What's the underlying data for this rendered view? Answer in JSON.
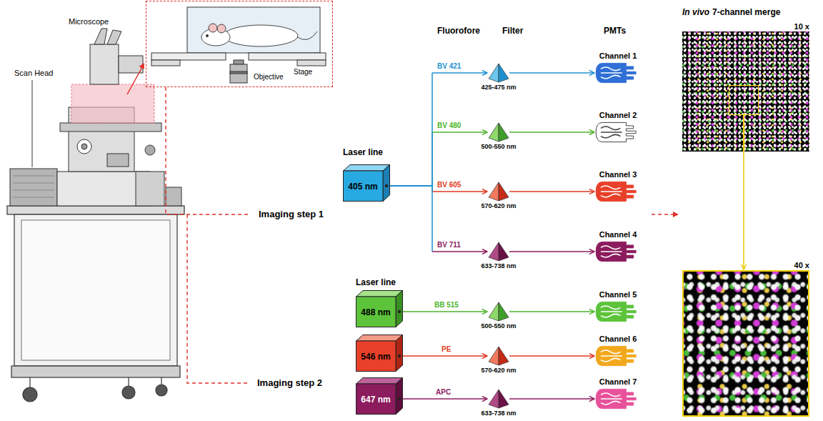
{
  "diagram": {
    "nodes": [
      {
        "text": [
          "Stage",
          "Objective"
        ]
      },
      {
        "text": [
          "405 nm"
        ]
      },
      {
        "text": [
          "425-475 nm"
        ]
      },
      {
        "text": [
          "500-550 nm"
        ]
      },
      {
        "text": [
          "570-620 nm"
        ]
      },
      {
        "text": [
          "633-738 nm"
        ]
      },
      {
        "text": [
          "Channel 1"
        ]
      },
      {
        "text": [
          "Channel 2"
        ]
      },
      {
        "text": [
          "Channel 3"
        ]
      },
      {
        "text": [
          "Channel 4"
        ]
      },
      {
        "text": [
          "488 nm"
        ]
      },
      {
        "text": [
          "546 nm"
        ]
      },
      {
        "text": [
          "647 nm"
        ]
      },
      {
        "text": [
          "500-550 nm"
        ]
      },
      {
        "text": [
          "570-620 nm"
        ]
      },
      {
        "text": [
          "633-738 nm"
        ]
      },
      {
        "text": [
          "Channel 5"
        ]
      },
      {
        "text": [
          "Channel 6"
        ]
      },
      {
        "text": [
          "Channel 7"
        ]
      },
      {
        "text": [
          "10 x"
        ]
      },
      {
        "text": [
          "40 x"
        ]
      }
    ],
    "edges": [
      {
        "from": 1,
        "to": 2,
        "label": "BV 421",
        "arrow": "to"
      },
      {
        "from": 1,
        "to": 3,
        "label": "BV 480",
        "arrow": "to"
      },
      {
        "from": 1,
        "to": 4,
        "label": "BV 605",
        "arrow": "to"
      },
      {
        "from": 1,
        "to": 5,
        "label": "BV 711",
        "arrow": "to"
      },
      {
        "from": 2,
        "to": 6,
        "arrow": "to"
      },
      {
        "from": 3,
        "to": 7,
        "arrow": "to"
      },
      {
        "from": 4,
        "to": 8,
        "arrow": "to"
      },
      {
        "from": 5,
        "to": 9,
        "arrow": "to"
      },
      {
        "from": 10,
        "to": 13,
        "label": "BB 515",
        "arrow": "to"
      },
      {
        "from": 11,
        "to": 14,
        "label": "PE",
        "arrow": "to"
      },
      {
        "from": 12,
        "to": 15,
        "label": "APC",
        "arrow": "to"
      },
      {
        "from": 13,
        "to": 16,
        "arrow": "to"
      },
      {
        "from": 14,
        "to": 17,
        "arrow": "to"
      },
      {
        "from": 15,
        "to": 18,
        "arrow": "to"
      },
      {
        "from": 19,
        "to": 20,
        "arrow": "to"
      }
    ],
    "labels": [
      "Microscope",
      "Scan Head",
      "Fluorofore",
      "Filter",
      "PMTs",
      "In vivo",
      "7-channel merge",
      "Laser line",
      "Imaging step 1",
      "Laser line",
      "Imaging step 2"
    ]
  }
}
